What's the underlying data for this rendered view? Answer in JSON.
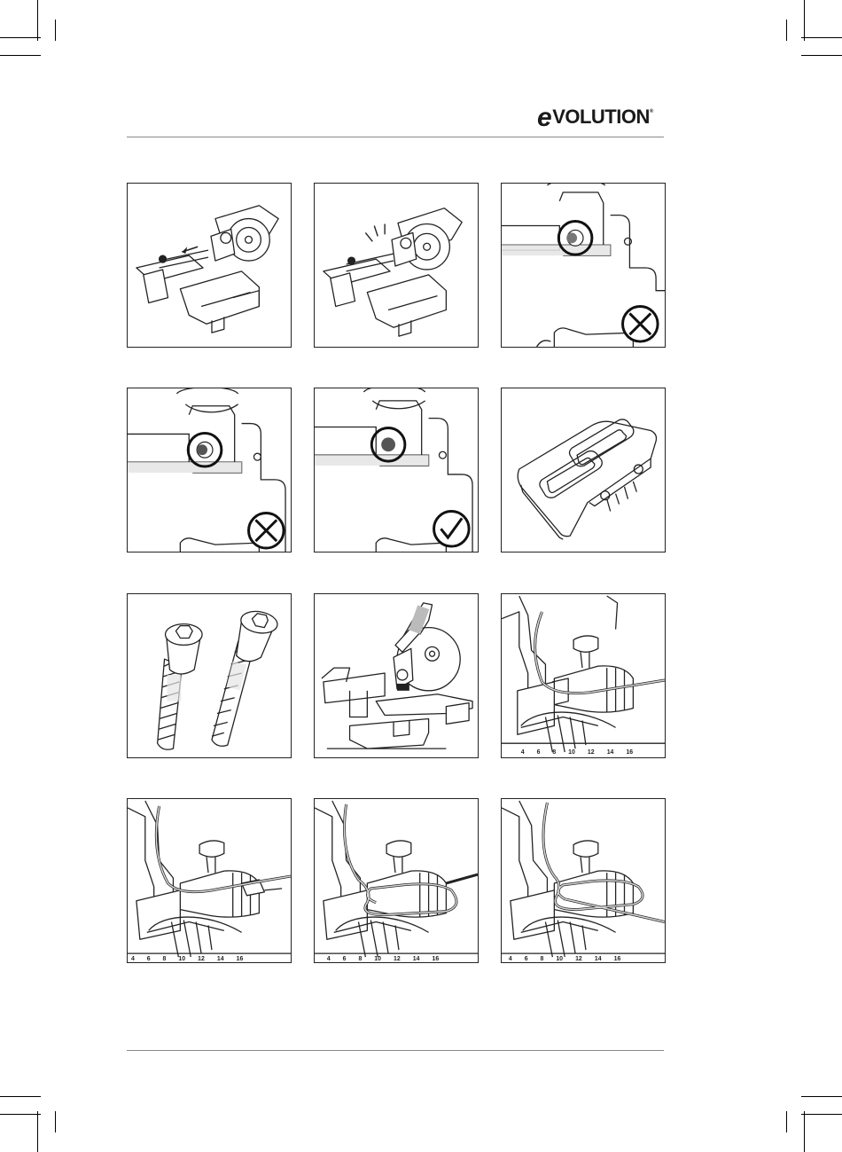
{
  "header": {
    "logo_text": "VOLUTION",
    "logo_mark": "e",
    "logo_tm": "®"
  },
  "panels": [
    {
      "name": "fig-remove-saw-head",
      "icon": "mitre-saw-assembly-icon"
    },
    {
      "name": "fig-saw-head-click",
      "icon": "mitre-saw-assembly-icon"
    },
    {
      "name": "fig-pin-misaligned-1",
      "icon": "cross-circle-icon"
    },
    {
      "name": "fig-pin-misaligned-2",
      "icon": "cross-circle-icon"
    },
    {
      "name": "fig-pin-aligned",
      "icon": "check-circle-icon"
    },
    {
      "name": "fig-cover-plate",
      "icon": "cover-plate-icon"
    },
    {
      "name": "fig-hex-bolts",
      "icon": "hex-bolt-icon"
    },
    {
      "name": "fig-saw-side-view",
      "icon": "mitre-saw-side-icon"
    },
    {
      "name": "fig-cable-step-1",
      "icon": "cable-routing-icon"
    },
    {
      "name": "fig-cable-step-2",
      "icon": "cable-routing-icon"
    },
    {
      "name": "fig-cable-step-3",
      "icon": "cable-routing-icon"
    },
    {
      "name": "fig-cable-step-4",
      "icon": "cable-routing-icon"
    }
  ],
  "scale_labels": [
    "4",
    "6",
    "8",
    "10",
    "12",
    "14",
    "16"
  ],
  "colors": {
    "line": "#222222",
    "rule": "#8a8a8a",
    "shade": "#e6e6e6",
    "dot": "#555555"
  }
}
